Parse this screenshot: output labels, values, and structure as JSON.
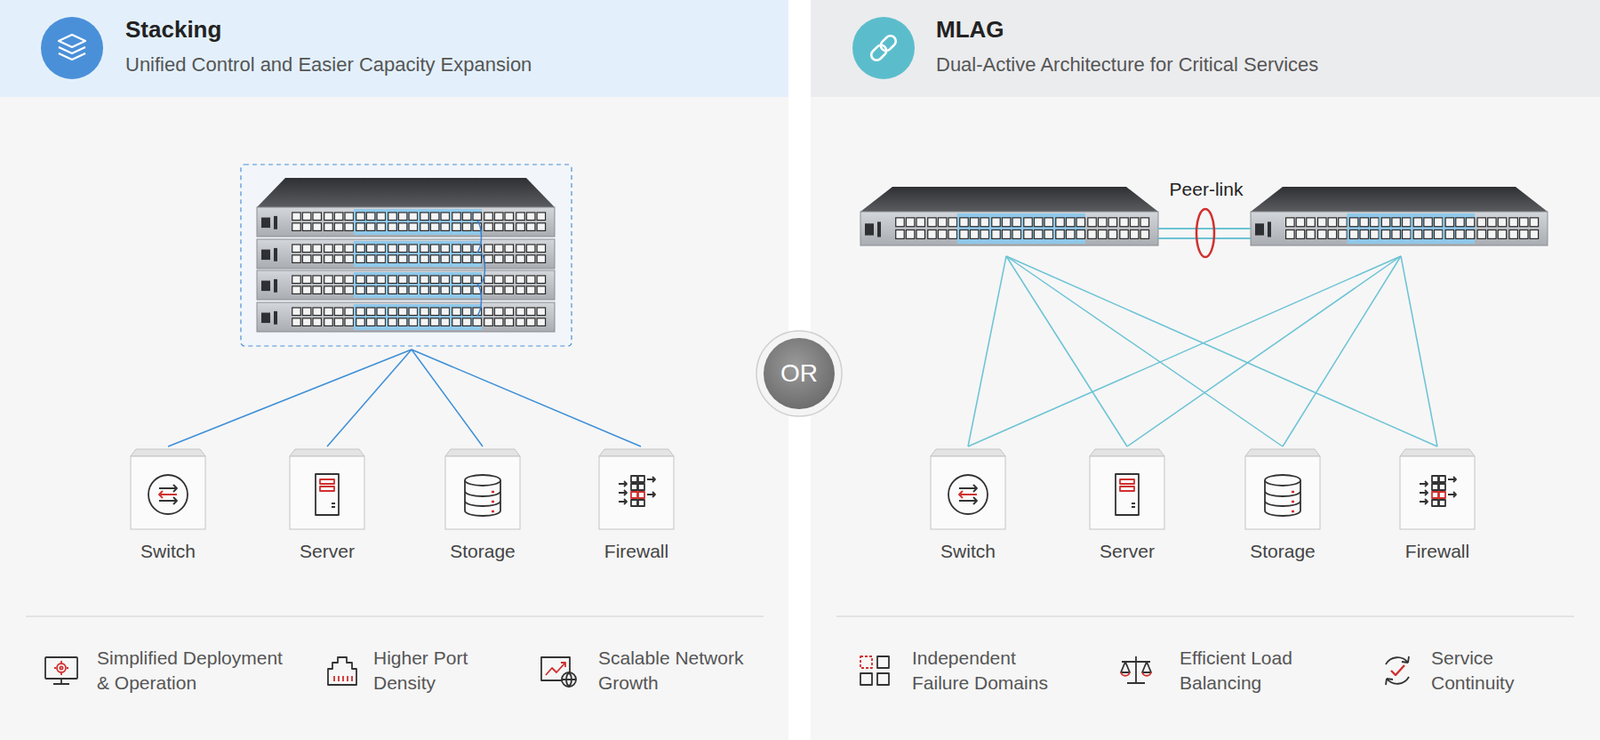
{
  "diagram": {
    "nodes": [
      {
        "text": [
          "Stacking",
          "Unified Control and Easier Capacity Expansion"
        ]
      },
      {
        "text": [
          "Switch"
        ],
        "in": 0
      },
      {
        "text": [
          "Server"
        ],
        "in": 0
      },
      {
        "text": [
          "Storage"
        ],
        "in": 0
      },
      {
        "text": [
          "Firewall"
        ],
        "in": 0
      },
      {
        "text": [
          "OR"
        ]
      },
      {
        "text": [
          "MLAG",
          "Dual-Active Architecture for Critical Services"
        ]
      },
      {
        "text": [
          "Switch"
        ],
        "in": 6
      },
      {
        "text": [
          "Server"
        ],
        "in": 6
      },
      {
        "text": [
          "Storage"
        ],
        "in": 6
      },
      {
        "text": [
          "Firewall"
        ],
        "in": 6
      }
    ],
    "labels": [
      "Peer-link",
      "Simplified Deployment & Operation",
      "Higher Port Density",
      "Scalable Network Growth",
      "Independent Failure Domains",
      "Efficient Load Balancing",
      "Service Continuity"
    ]
  }
}
